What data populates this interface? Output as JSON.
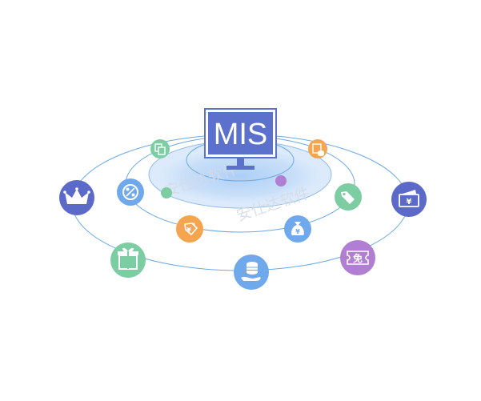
{
  "center": {
    "label": "MIS"
  },
  "watermark": {
    "text": "安仕达软件"
  },
  "colors": {
    "orbit": "#6aa9e6",
    "glow": "#bcd9f7",
    "monitor": "#5b71cc",
    "indigo": "#5b69c8",
    "blue": "#6fa9ec",
    "orange": "#f5a54f",
    "green": "#7ccda2",
    "purple": "#b07fd3"
  },
  "icons": [
    {
      "name": "crown-icon",
      "color": "indigo"
    },
    {
      "name": "percent-icon",
      "color": "blue"
    },
    {
      "name": "gift-icon",
      "color": "green"
    },
    {
      "name": "price-tag-yuan-icon",
      "color": "orange"
    },
    {
      "name": "coins-hand-icon",
      "color": "blue"
    },
    {
      "name": "money-bag-yuan-icon",
      "color": "blue"
    },
    {
      "name": "tag-icon",
      "color": "green"
    },
    {
      "name": "free-ticket-icon",
      "color": "purple",
      "glyph": "免"
    },
    {
      "name": "wallet-yuan-icon",
      "color": "indigo"
    },
    {
      "name": "copy-document-icon",
      "color": "green"
    },
    {
      "name": "database-icon",
      "color": "orange"
    }
  ]
}
